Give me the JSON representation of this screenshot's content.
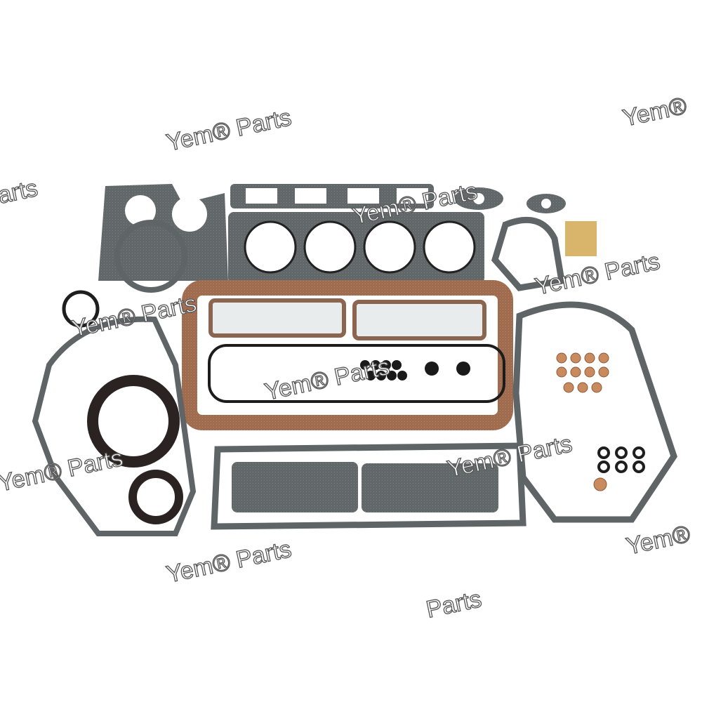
{
  "watermark": {
    "text": "Yem Parts",
    "brand": "Yem",
    "word": "Parts"
  },
  "colors": {
    "gasket_gray": "#5f6466",
    "fiber_brown": "#9b6a4e",
    "seal_black": "#2a2322",
    "copper": "#c98a5e",
    "background": "#ffffff"
  }
}
